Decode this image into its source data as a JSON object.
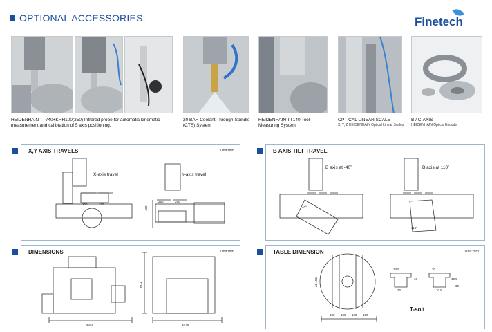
{
  "header": {
    "title": "OPTIONAL ACCESSORIES:"
  },
  "brand": {
    "logo_text": "Finetech"
  },
  "accessories": [
    {
      "title": "HEIDENHAIN TT740+KHH100(250) Infrared probe for automatic kinematic measurement and calibration of 5 axis positioning.",
      "subtitle": ""
    },
    {
      "title": "20 BAR Coolant Through-Spindle (CTS) System",
      "subtitle": ""
    },
    {
      "title": "HEIDENHAIN TT140 Tool Measuring System",
      "subtitle": ""
    },
    {
      "title": "OPTICAL LINEAR SCALE",
      "subtitle": "X, Y, Z HEIDENHAIN Optical Linear Scales"
    },
    {
      "title": "B / C-AXIS",
      "subtitle": "HEIDENHAIN Optical Encoder"
    }
  ],
  "panels": {
    "xy": {
      "title": "X,Y AXIS TRAVELS",
      "unit": "Unit:mm",
      "x_label": "X-axis travel",
      "y_label": "Y-axis travel",
      "dims": [
        "250",
        "250",
        "250",
        "250",
        "400"
      ]
    },
    "b_axis": {
      "title": "B AXIS TILT TRAVEL",
      "label1": "B axis at -40˚",
      "label2": "B axis at 110˚",
      "angles": [
        "40°",
        "110°"
      ]
    },
    "dimensions": {
      "title": "DIMENSIONS",
      "unit": "Unit:mm",
      "width1": "4045",
      "width2": "3278",
      "height": "3011"
    },
    "table": {
      "title": "TABLE DIMENSION",
      "unit": "Unit:mm",
      "tslot": "T-solt",
      "diameter": "ø5.155",
      "spacings": [
        "100",
        "100",
        "100",
        "100"
      ],
      "slot_dims": [
        "14.5",
        "18",
        "22",
        "30",
        "10.5",
        "10.8",
        "30"
      ]
    }
  },
  "colors": {
    "accent": "#1b4f9c",
    "panel_border": "#9fb6cf"
  }
}
